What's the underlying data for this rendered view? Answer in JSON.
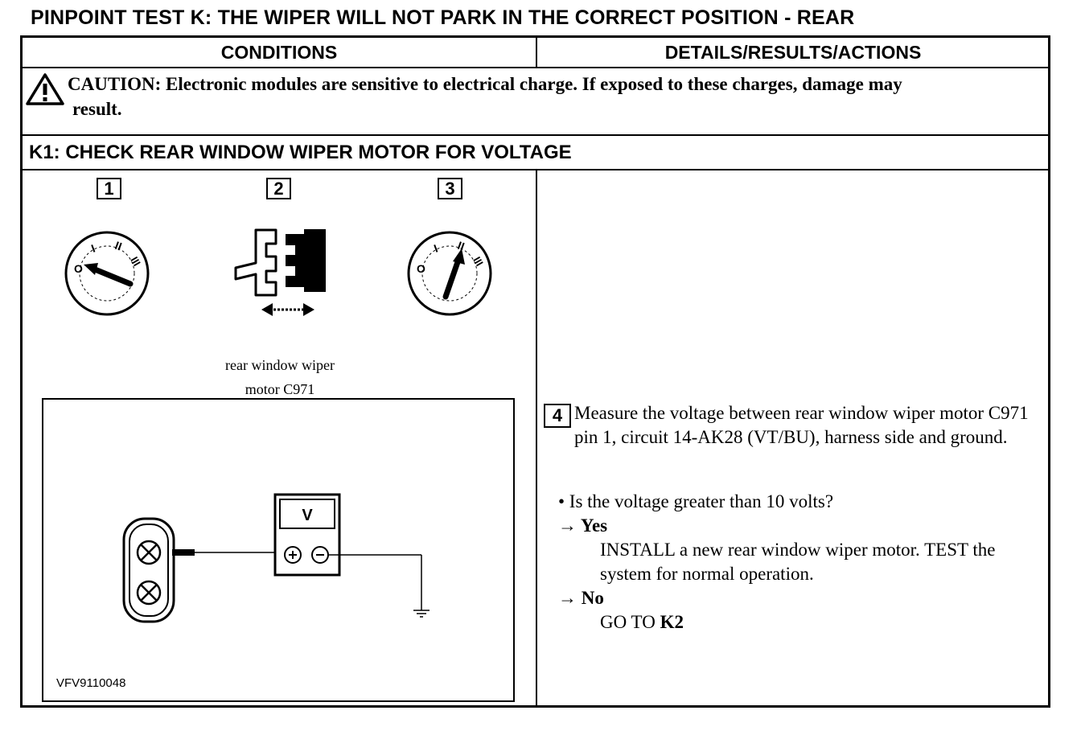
{
  "title": "PINPOINT TEST K: THE WIPER WILL NOT PARK IN THE CORRECT POSITION - REAR",
  "table": {
    "col_conditions": "CONDITIONS",
    "col_details": "DETAILS/RESULTS/ACTIONS"
  },
  "caution": {
    "icon": "warning-triangle-icon",
    "line1": "CAUTION: Electronic modules are sensitive to electrical charge. If exposed to these charges, damage may",
    "line2": "result."
  },
  "step_k1": {
    "heading": "K1: CHECK REAR WINDOW WIPER MOTOR FOR VOLTAGE",
    "step1": "1",
    "step2": "2",
    "step3": "3",
    "ignition_labels": {
      "off": "O",
      "pos1": "I",
      "pos2": "II",
      "pos3": "III"
    },
    "connector_label_line1": "rear window wiper",
    "connector_label_line2": "motor C971",
    "meter_label": "V",
    "figure_id": "VFV9110048"
  },
  "details": {
    "step4": "4",
    "step4_text": "Measure the voltage between rear window wiper motor C971 pin 1, circuit 14-AK28 (VT/BU), harness side and ground.",
    "question": "• Is the voltage greater than 10 volts?",
    "yes_arrow": "→",
    "yes_label": "Yes",
    "yes_action": "INSTALL a new rear window wiper motor. TEST the system for normal operation.",
    "no_arrow": "→",
    "no_label": "No",
    "no_action_prefix": "GO TO",
    "no_action_target": "K2"
  }
}
